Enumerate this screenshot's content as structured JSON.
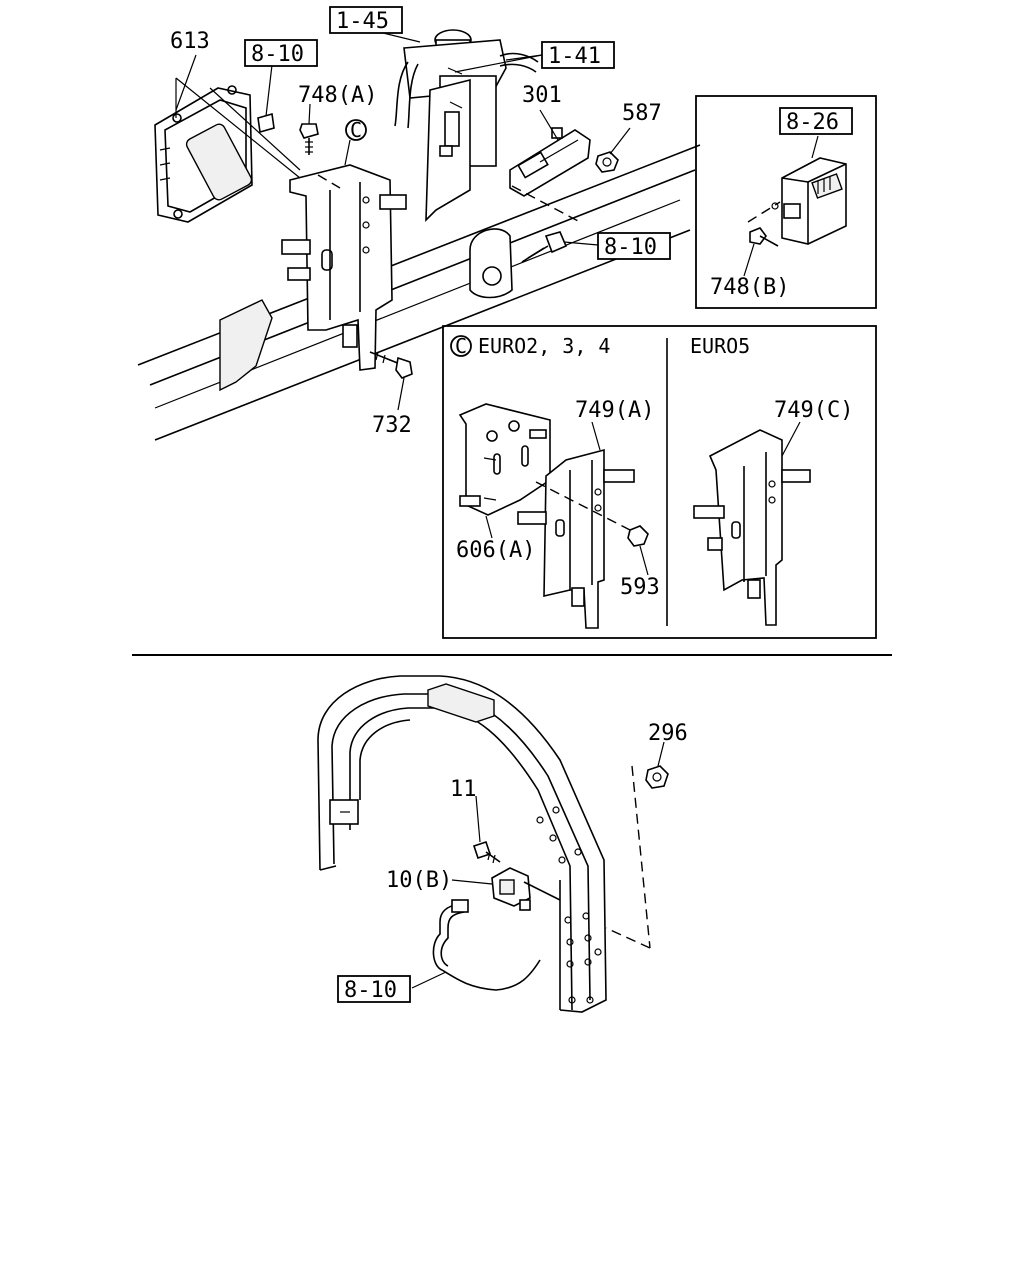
{
  "labels": {
    "p613": "613",
    "p748a": "748(A)",
    "p1_45": "1-45",
    "p1_41": "1-41",
    "p301": "301",
    "p587": "587",
    "p8_10_a": "8-10",
    "p8_10_b": "8-10",
    "p732": "732",
    "p8_26": "8-26",
    "p748b": "748(B)",
    "c_marker": "C",
    "inset_c_title": "EURO2, 3, 4",
    "inset_euro5_title": "EURO5",
    "p749a": "749(A)",
    "p749c": "749(C)",
    "p606a": "606(A)",
    "p593": "593",
    "p296": "296",
    "p11": "11",
    "p10b": "10(B)",
    "p8_10_c": "8-10"
  }
}
